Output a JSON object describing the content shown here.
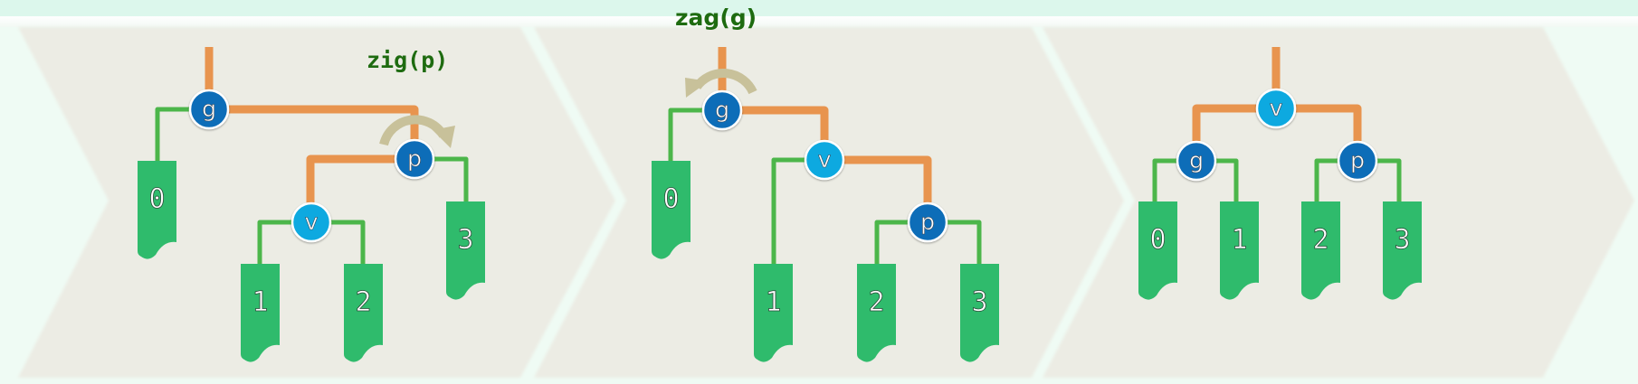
{
  "title": "Splay tree zig-zag double rotation",
  "colors": {
    "panel_bg": "#ecece4",
    "page_bg": "#effbf4",
    "orange_edge": "#e8944e",
    "green_edge": "#4cb64a",
    "leaf_fill": "#2fbb6c",
    "node_dark": "#0f6db8",
    "node_light": "#0ea9e0",
    "arrow": "#c8c19a",
    "label_text": "#1e6b10"
  },
  "panels": [
    {
      "name": "before",
      "operation_label": "zig(p)",
      "rotation_direction": "clockwise",
      "rotation_at": "p",
      "nodes": [
        {
          "id": "g",
          "label": "g",
          "style": "dark"
        },
        {
          "id": "p",
          "label": "p",
          "style": "dark"
        },
        {
          "id": "v",
          "label": "v",
          "style": "light"
        }
      ],
      "leaves": [
        "0",
        "1",
        "2",
        "3"
      ],
      "tree": "g(0, p(v(1,2), 3))"
    },
    {
      "name": "after-zig",
      "operation_label": "zag(g)",
      "rotation_direction": "counterclockwise",
      "rotation_at": "g",
      "nodes": [
        {
          "id": "g",
          "label": "g",
          "style": "dark"
        },
        {
          "id": "v",
          "label": "v",
          "style": "light"
        },
        {
          "id": "p",
          "label": "p",
          "style": "dark"
        }
      ],
      "leaves": [
        "0",
        "1",
        "2",
        "3"
      ],
      "tree": "g(0, v(1, p(2,3)))"
    },
    {
      "name": "after-zag",
      "operation_label": "",
      "nodes": [
        {
          "id": "v",
          "label": "v",
          "style": "light"
        },
        {
          "id": "g",
          "label": "g",
          "style": "dark"
        },
        {
          "id": "p",
          "label": "p",
          "style": "dark"
        }
      ],
      "leaves": [
        "0",
        "1",
        "2",
        "3"
      ],
      "tree": "v(g(0,1), p(2,3))"
    }
  ]
}
